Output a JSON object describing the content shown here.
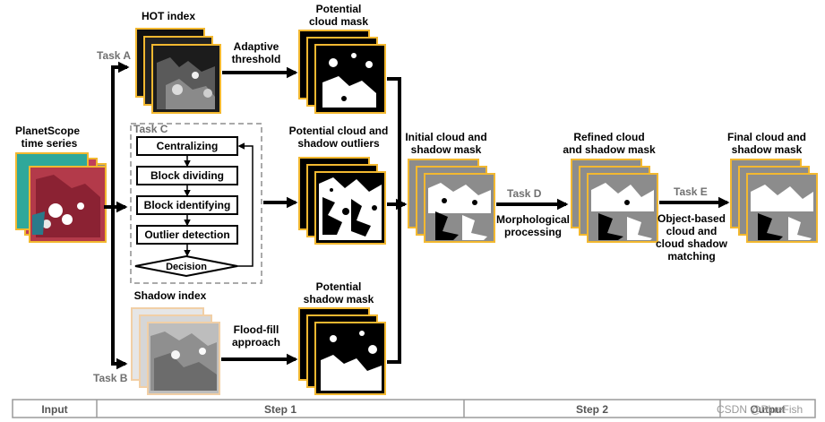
{
  "input": {
    "title_line1": "PlanetScope",
    "title_line2": "time series"
  },
  "hot": {
    "title": "HOT index",
    "task": "Task A"
  },
  "threshold": {
    "line1": "Adaptive",
    "line2": "threshold"
  },
  "pcm": {
    "line1": "Potential",
    "line2": "cloud mask"
  },
  "taskc": {
    "label": "Task C",
    "steps": [
      "Centralizing",
      "Block dividing",
      "Block identifying",
      "Outlier detection"
    ],
    "decision": "Decision"
  },
  "outliers": {
    "line1": "Potential cloud and",
    "line2": "shadow outliers"
  },
  "shadow": {
    "title": "Shadow index",
    "task": "Task B"
  },
  "floodfill": {
    "line1": "Flood-fill",
    "line2": "approach"
  },
  "psm": {
    "line1": "Potential",
    "line2": "shadow mask"
  },
  "initial": {
    "line1": "Initial cloud and",
    "line2": "shadow mask"
  },
  "taskd": {
    "label": "Task D",
    "line1": "Morphological",
    "line2": "processing"
  },
  "refined": {
    "line1": "Refined cloud",
    "line2": "and shadow mask"
  },
  "taske": {
    "label": "Task E",
    "line1": "Object-based",
    "line2": "cloud and",
    "line3": "cloud shadow",
    "line4": "matching"
  },
  "final": {
    "line1": "Final cloud and",
    "line2": "shadow mask"
  },
  "steps_bar": {
    "input": "Input",
    "step1": "Step 1",
    "step2": "Step 2",
    "output": "Output"
  },
  "watermark": "CSDN @BlueFish",
  "colors": {
    "frame": "#f2b830",
    "frame_light": "#f1cfa6",
    "gray_box": "#aaaaaa",
    "arrow": "#000000"
  }
}
